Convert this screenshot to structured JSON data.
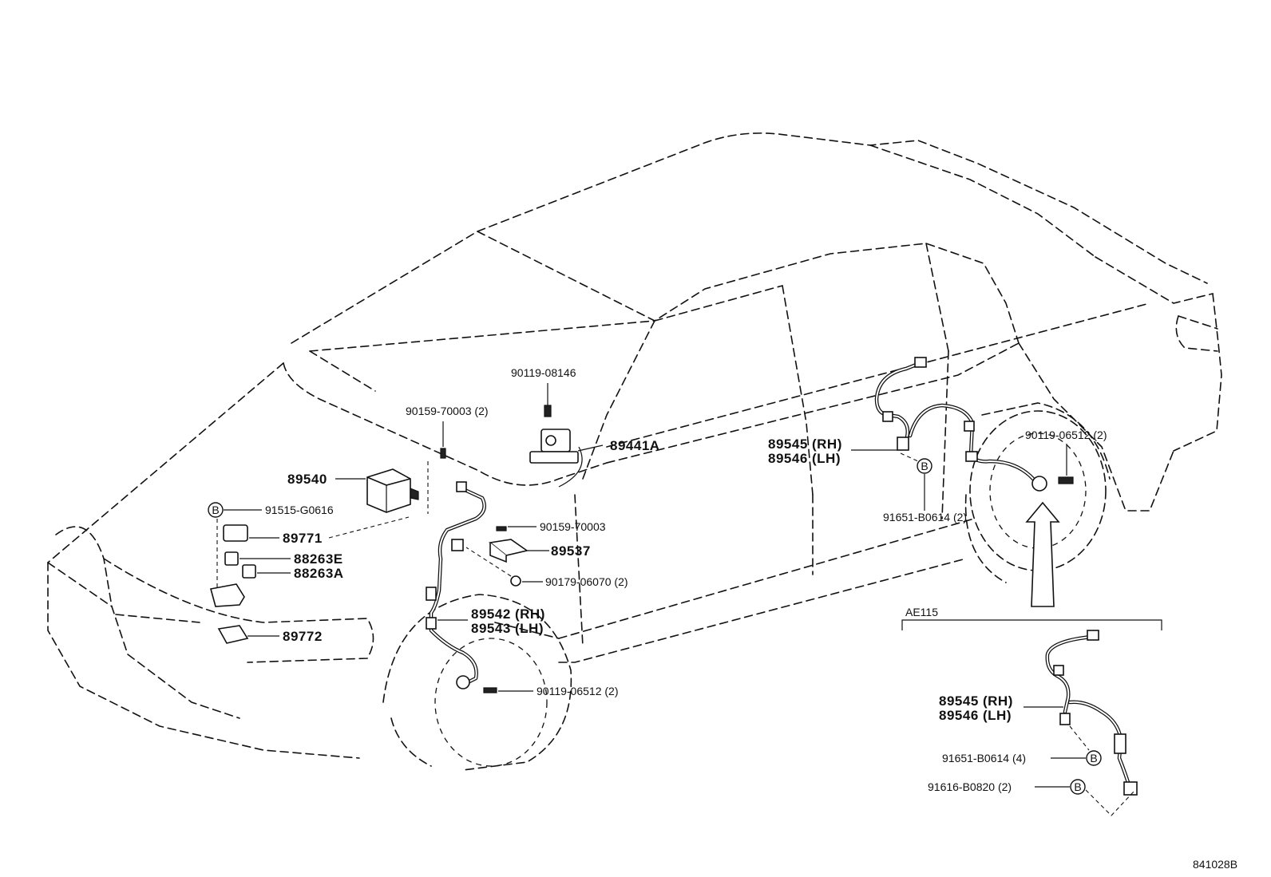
{
  "callouts": {
    "p90119_08146": "90119-08146",
    "p90159_70003_2": "90159-70003 (2)",
    "p89441A": "89441A",
    "p89540": "89540",
    "p91515_G0616": "91515-G0616",
    "p89771": "89771",
    "p88263E": "88263E",
    "p88263A": "88263A",
    "p89772": "89772",
    "p90159_70003": "90159-70003",
    "p89537": "89537",
    "p90179_06070_2": "90179-06070 (2)",
    "p89542_rh": "89542 (RH)",
    "p89543_lh": "89543 (LH)",
    "p90119_06512_2_front": "90119-06512 (2)",
    "p89545_rh": "89545 (RH)",
    "p89546_lh": "89546 (LH)",
    "p91651_B0614_2": "91651-B0614 (2)",
    "p90119_06512_2_rear": "90119-06512 (2)"
  },
  "inset": {
    "title": "AE115",
    "p89545_rh": "89545 (RH)",
    "p89546_lh": "89546 (LH)",
    "p91651_B0614_4": "91651-B0614 (4)",
    "p91616_B0820_2": "91616-B0820 (2)"
  },
  "reference_markers": {
    "b": "B"
  },
  "figure_code": "841028B"
}
